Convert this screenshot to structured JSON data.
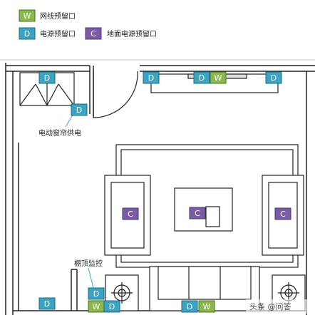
{
  "legend": {
    "network": {
      "code": "W",
      "label": "网线预留口"
    },
    "power": {
      "code": "D",
      "label": "电源预留口"
    },
    "floor_power": {
      "code": "C",
      "label": "地面电源预留口"
    }
  },
  "annotations": {
    "curtain_power": "电动窗帘供电",
    "ceiling_camera": "棚顶监控"
  },
  "watermark": "头条 @问答",
  "colors": {
    "network": "#8ab84a",
    "power": "#3aa4c2",
    "floor_power": "#7b5aa6",
    "wall": "#222222"
  }
}
